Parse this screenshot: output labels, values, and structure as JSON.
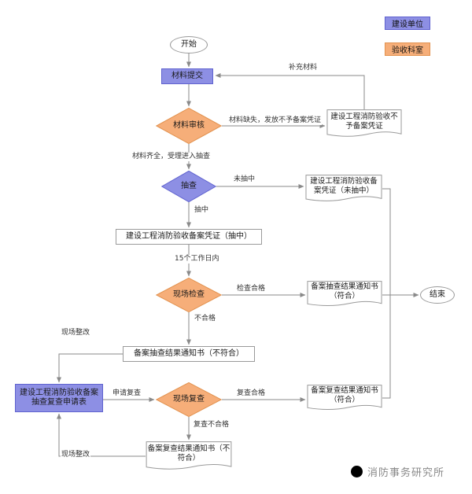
{
  "colors": {
    "construction_unit_fill": "#8d8fe4",
    "construction_unit_border": "#5f62cf",
    "acceptance_dept_fill": "#f6ae79",
    "acceptance_dept_border": "#e2924f",
    "line": "#8a8a8a"
  },
  "legend": {
    "construction_unit": "建设单位",
    "acceptance_dept": "验收科室"
  },
  "nodes": {
    "start": "开始",
    "material_submit": "材料提交",
    "material_review": "材料审核",
    "doc_no_filing": "建设工程消防验收不予备案凭证",
    "spot_check": "抽查",
    "doc_cert_not_selected": "建设工程消防验收备案凭证（未抽中）",
    "cert_selected": "建设工程消防验收备案凭证（抽中）",
    "site_inspection": "现场检查",
    "doc_result_pass": "备案抽查结果通知书（符合）",
    "end": "结束",
    "notice_fail": "备案抽查结果通知书（不符合）",
    "recheck_form": "建设工程消防验收备案抽查复查申请表",
    "site_recheck": "现场复查",
    "doc_recheck_pass": "备案复查结果通知书（符合）",
    "doc_recheck_fail": "备案复查结果通知书（不符合）"
  },
  "edge_labels": {
    "supplement": "补充材料",
    "missing": "材料缺失，发放不予备案凭证",
    "complete": "材料齐全，受理进入抽查",
    "not_selected": "未抽中",
    "selected": "抽中",
    "within_15_days": "15个工作日内",
    "inspection_pass": "检查合格",
    "inspection_fail": "不合格",
    "rectify_upper": "现场整改",
    "apply_recheck": "申请复查",
    "recheck_pass": "复查合格",
    "recheck_fail": "复查不合格",
    "rectify_lower": "现场整改"
  },
  "footer": {
    "brand": "消防事务研究所"
  }
}
